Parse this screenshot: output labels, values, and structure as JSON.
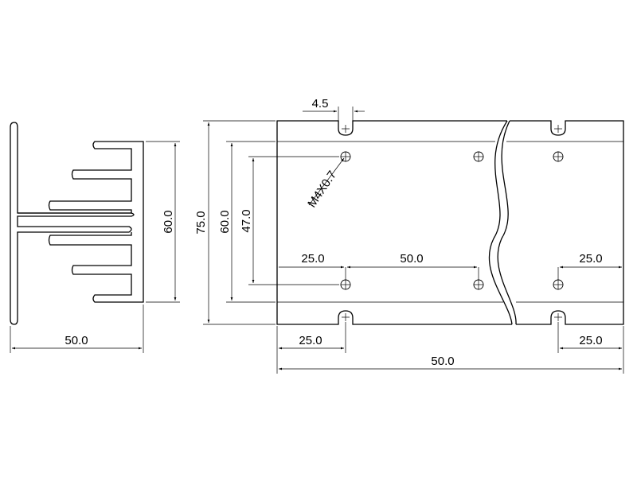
{
  "side_view": {
    "width_label": "50.0",
    "height_label": "60.0"
  },
  "top_view": {
    "slot_width_label": "4.5",
    "overall_height_label": "75.0",
    "inner_height_label": "60.0",
    "hole_spacing_label": "47.0",
    "thread_label": "M4X0.7",
    "left_hole_offset_label": "25.0",
    "hole_pitch_label": "50.0",
    "right_hole_offset_label": "25.0",
    "bottom_left_offset_label": "25.0",
    "bottom_right_offset_label": "25.0",
    "overall_length_label": "50.0"
  }
}
